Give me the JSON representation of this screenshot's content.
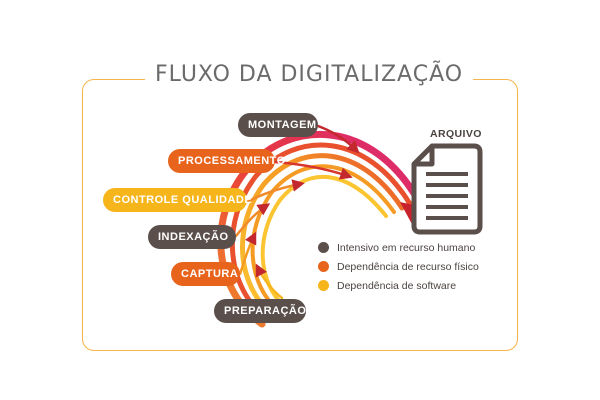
{
  "title": "FLUXO DA DIGITALIZAÇÃO",
  "colors": {
    "human": "#5a4f4b",
    "physical": "#e8641c",
    "software": "#f6b51b",
    "frame": "#f5b54a",
    "arc_outer": "#d8257c",
    "arc_mid": "#e8502e",
    "arc_inner": "#f59a23"
  },
  "stages": [
    {
      "label": "MONTAGEM",
      "type": "human"
    },
    {
      "label": "PROCESSAMENTO",
      "type": "physical"
    },
    {
      "label": "CONTROLE QUALIDADE",
      "type": "software"
    },
    {
      "label": "INDEXAÇÃO",
      "type": "human"
    },
    {
      "label": "CAPTURA",
      "type": "physical"
    },
    {
      "label": "PREPARAÇÃO",
      "type": "human"
    }
  ],
  "archive": {
    "label": "ARQUIVO",
    "icon": "document-icon"
  },
  "legend": [
    {
      "label": "Intensivo em recurso humano",
      "type": "human"
    },
    {
      "label": "Dependência de recurso físico",
      "type": "physical"
    },
    {
      "label": "Dependência de software",
      "type": "software"
    }
  ]
}
